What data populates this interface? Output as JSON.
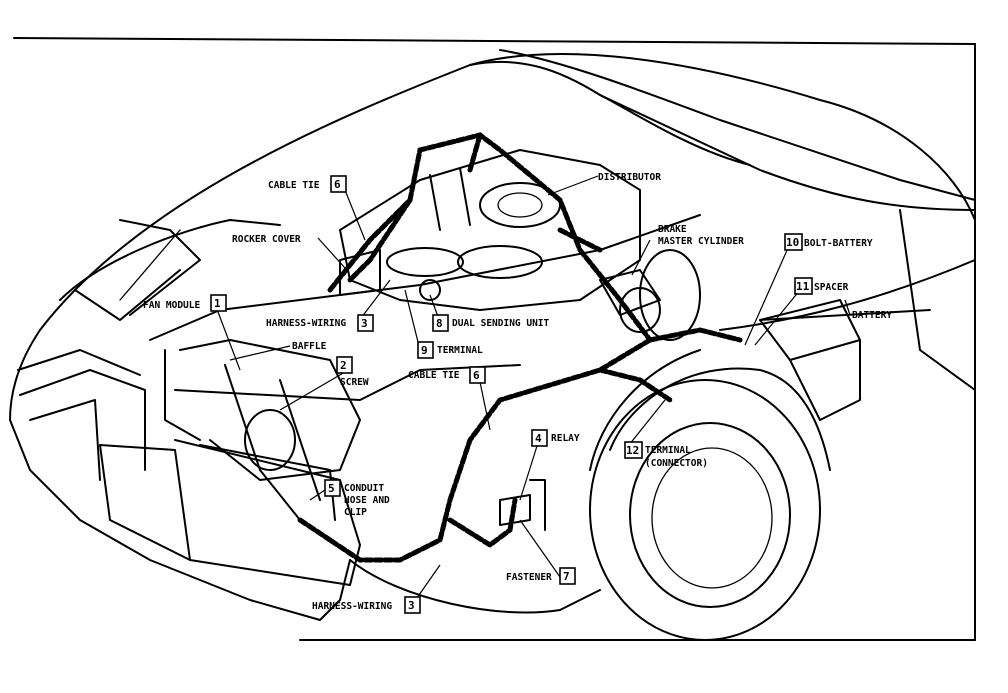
{
  "callouts": [
    {
      "id": "c6a",
      "number": "6",
      "label": "CABLE TIE"
    },
    {
      "id": "distributor",
      "number": "",
      "label": "DISTRIBUTOR"
    },
    {
      "id": "rocker",
      "number": "",
      "label": "ROCKER COVER"
    },
    {
      "id": "brake1",
      "number": "",
      "label": "BRAKE"
    },
    {
      "id": "brake2",
      "number": "",
      "label": "MASTER CYLINDER"
    },
    {
      "id": "c10",
      "number": "10",
      "label": "BOLT-BATTERY"
    },
    {
      "id": "c11",
      "number": "11",
      "label": "SPACER"
    },
    {
      "id": "battery",
      "number": "",
      "label": "BATTERY"
    },
    {
      "id": "c1",
      "number": "1",
      "label": "FAN MODULE"
    },
    {
      "id": "c3a",
      "number": "3",
      "label": "HARNESS-WIRING"
    },
    {
      "id": "c8",
      "number": "8",
      "label": "DUAL SENDING UNIT"
    },
    {
      "id": "c9",
      "number": "9",
      "label": "TERMINAL"
    },
    {
      "id": "baffle",
      "number": "",
      "label": "BAFFLE"
    },
    {
      "id": "c2",
      "number": "2",
      "label": "SCREW"
    },
    {
      "id": "c6b",
      "number": "6",
      "label": "CABLE TIE"
    },
    {
      "id": "c4",
      "number": "4",
      "label": "RELAY"
    },
    {
      "id": "c12a",
      "number": "12",
      "label": "TERMINAL"
    },
    {
      "id": "c12b",
      "number": "",
      "label": "(CONNECTOR)"
    },
    {
      "id": "c5a",
      "number": "5",
      "label": "CONDUIT"
    },
    {
      "id": "c5b",
      "number": "",
      "label": "HOSE AND"
    },
    {
      "id": "c5c",
      "number": "",
      "label": "CLIP"
    },
    {
      "id": "c7",
      "number": "7",
      "label": "FASTENER"
    },
    {
      "id": "c3b",
      "number": "3",
      "label": "HARNESS-WIRING"
    }
  ]
}
